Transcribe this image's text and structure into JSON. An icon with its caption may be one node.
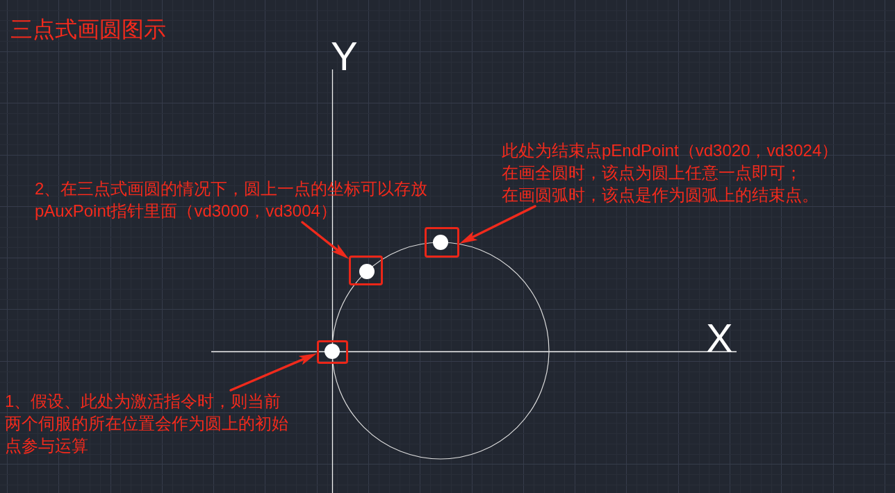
{
  "diagram": {
    "title": "三点式画圆图示",
    "nodes": [
      {
        "text": [
          "此处为结束点pEndPoint（vd3020，vd3024）",
          "在画全圆时，该点为圆上任意一点即可；",
          "在画圆弧时，该点是作为圆弧上的结束点。"
        ]
      },
      {
        "text": [
          "2、在三点式画圆的情况下，圆上一点的坐标可以存放pAuxPoint指针里面（vd3000，vd3004）"
        ]
      },
      {
        "text": [],
        "shape": "box"
      },
      {
        "text": [],
        "shape": "box"
      },
      {
        "text": [],
        "shape": "box"
      },
      {
        "text": [
          "1、假设、此处为激活指令时，则当前两个伺服的所在位置会作为圆上的初始点参与运算"
        ]
      }
    ],
    "edges": [
      {
        "from": 0,
        "to": 2,
        "arrow": "to"
      },
      {
        "from": 1,
        "to": 3,
        "arrow": "to"
      },
      {
        "from": 5,
        "to": 4,
        "arrow": "to"
      }
    ],
    "labels": [
      "Y",
      "X"
    ]
  }
}
